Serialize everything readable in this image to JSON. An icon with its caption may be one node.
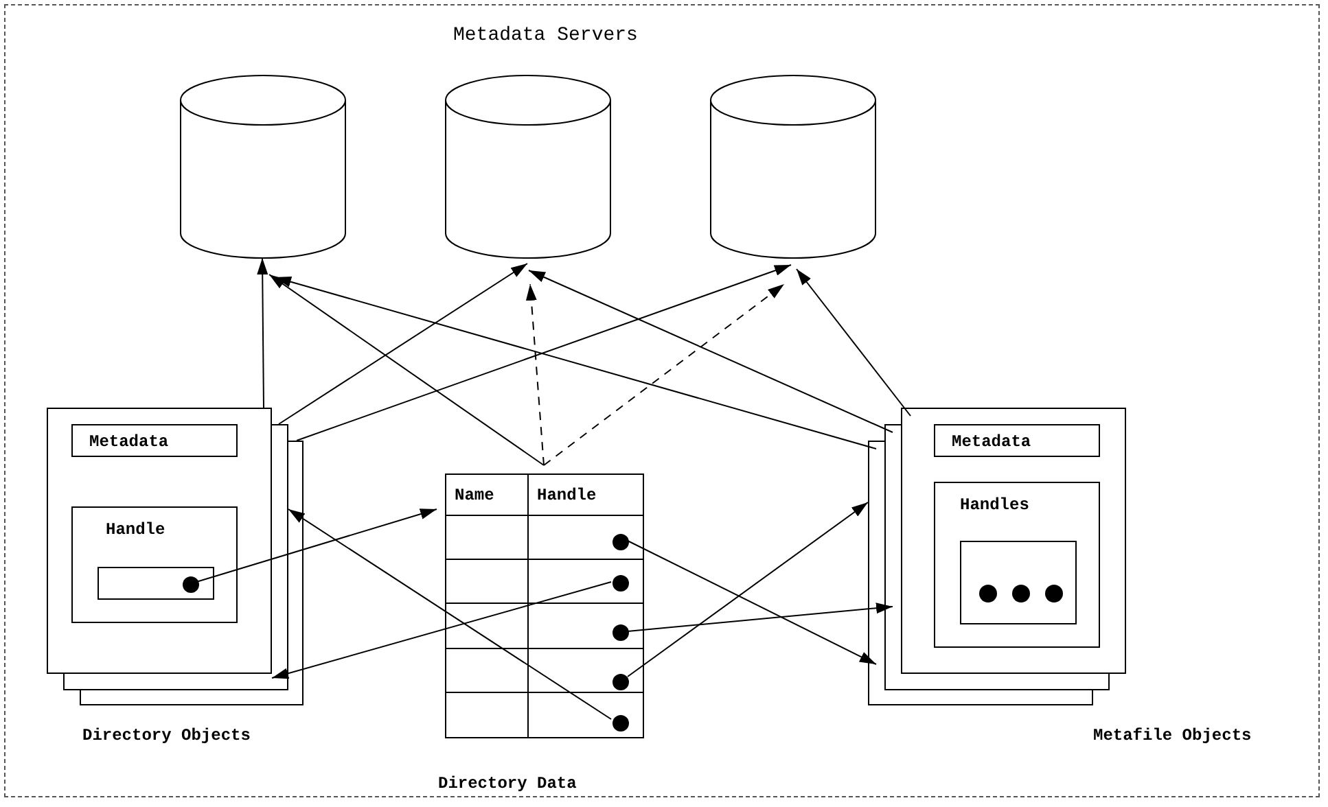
{
  "diagram": {
    "title": "Metadata Servers",
    "nodes": [
      {
        "text": [],
        "shape": "cylinder"
      },
      {
        "text": [],
        "shape": "cylinder"
      },
      {
        "text": [],
        "shape": "cylinder"
      },
      {
        "text": [],
        "shape": "box",
        "beside": [
          "Directory Objects"
        ]
      },
      {
        "text": [
          "Metadata"
        ],
        "in": 3
      },
      {
        "text": [
          "Handle"
        ],
        "in": 3
      },
      {
        "text": [],
        "shape": "box",
        "in": 5
      },
      {
        "text": [],
        "shape": "circle",
        "in": 6
      },
      {
        "text": [
          "Name",
          "Handle"
        ],
        "beside": [
          "Directory Data"
        ]
      },
      {
        "text": [],
        "shape": "circle",
        "in": 8
      },
      {
        "text": [],
        "shape": "circle",
        "in": 8
      },
      {
        "text": [],
        "shape": "circle",
        "in": 8
      },
      {
        "text": [],
        "shape": "circle",
        "in": 8
      },
      {
        "text": [],
        "shape": "circle",
        "in": 8
      },
      {
        "text": [],
        "shape": "box",
        "beside": [
          "Metafile Objects"
        ]
      },
      {
        "text": [
          "Metadata"
        ],
        "in": 14
      },
      {
        "text": [
          "Handles"
        ],
        "in": 14
      },
      {
        "text": [],
        "shape": "box",
        "in": 16
      },
      {
        "text": [],
        "shape": "circle",
        "in": 17
      },
      {
        "text": [],
        "shape": "circle",
        "in": 17
      },
      {
        "text": [],
        "shape": "circle",
        "in": 17
      }
    ],
    "edges": [
      {
        "from": 3,
        "to": 0,
        "arrow": "to"
      },
      {
        "from": 3,
        "to": 1,
        "arrow": "to"
      },
      {
        "from": 3,
        "to": 2,
        "arrow": "to"
      },
      {
        "from": 8,
        "to": 0,
        "arrow": "to"
      },
      {
        "from": 8,
        "to": 1,
        "arrow": "to",
        "style": "dashed"
      },
      {
        "from": 8,
        "to": 2,
        "arrow": "to",
        "style": "dashed"
      },
      {
        "from": 14,
        "to": 2,
        "arrow": "to"
      },
      {
        "from": 14,
        "to": 1,
        "arrow": "to"
      },
      {
        "from": 14,
        "to": 0,
        "arrow": "to"
      },
      {
        "from": 7,
        "to": 8,
        "arrow": "to"
      },
      {
        "from": 9,
        "to": 14,
        "arrow": "to"
      },
      {
        "from": 10,
        "to": 3,
        "arrow": "to"
      },
      {
        "from": 11,
        "to": 14,
        "arrow": "to"
      },
      {
        "from": 12,
        "to": 14,
        "arrow": "to"
      },
      {
        "from": 13,
        "to": 3,
        "arrow": "to"
      }
    ]
  }
}
